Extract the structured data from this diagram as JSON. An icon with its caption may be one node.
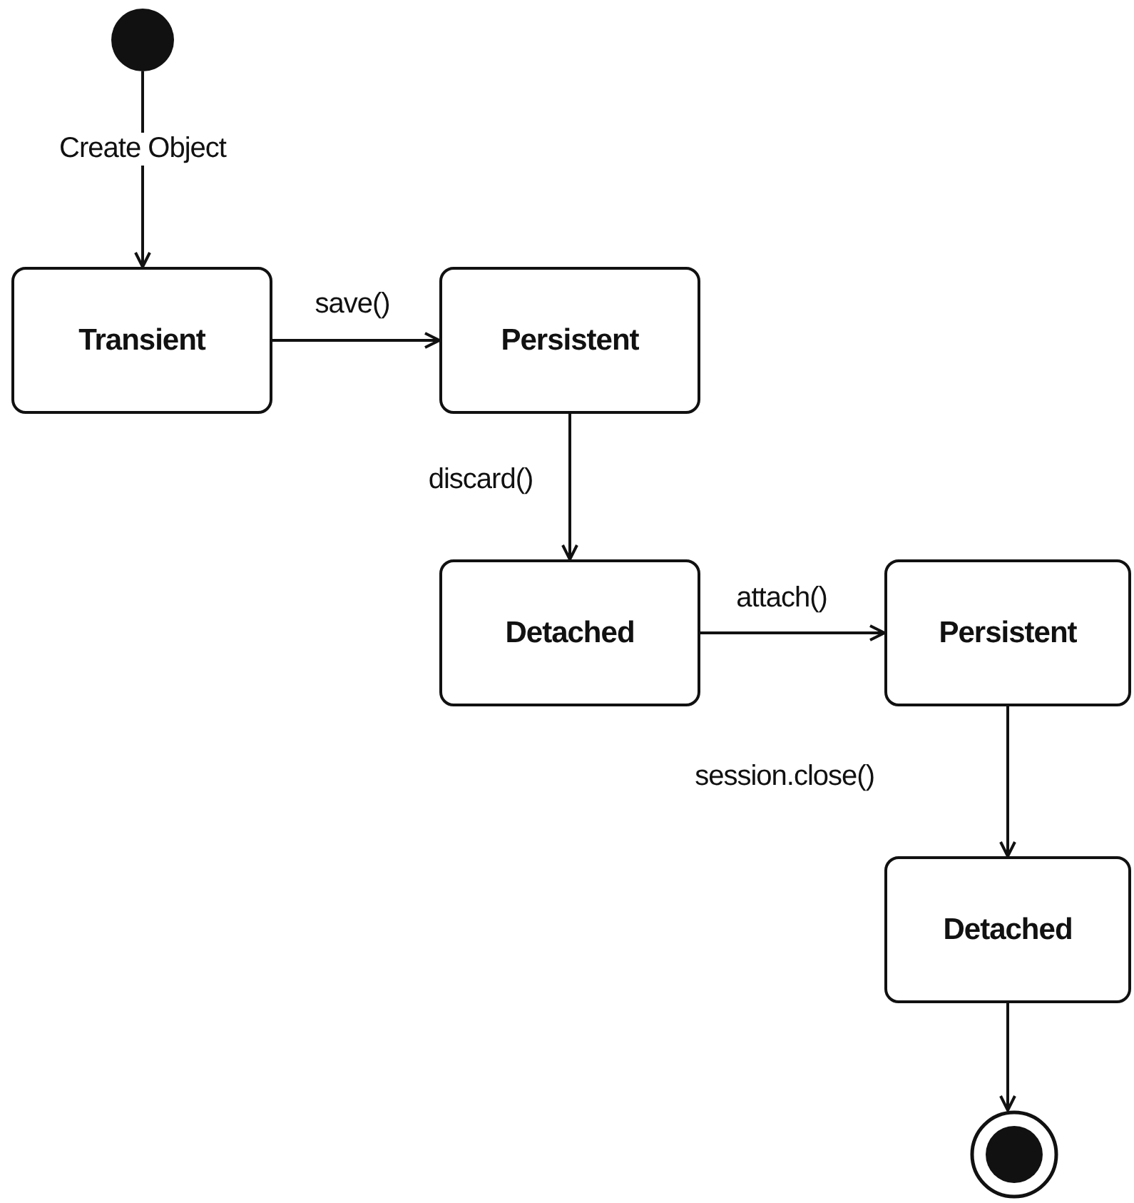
{
  "diagram": {
    "nodes": [
      {
        "text": [],
        "shape": "circle"
      },
      {
        "text": [
          "Transient"
        ]
      },
      {
        "text": [
          "Persistent"
        ]
      },
      {
        "text": [
          "Detached"
        ]
      },
      {
        "text": [
          "Persistent"
        ]
      },
      {
        "text": [
          "Detached"
        ]
      },
      {
        "text": [],
        "shape": "circle"
      }
    ],
    "edges": [
      {
        "from": 0,
        "to": 1,
        "arrow": "to",
        "label": "Create Object"
      },
      {
        "from": 1,
        "to": 2,
        "arrow": "to",
        "label": "save()"
      },
      {
        "from": 2,
        "to": 3,
        "arrow": "to",
        "label": "discard()"
      },
      {
        "from": 3,
        "to": 4,
        "arrow": "to",
        "label": "attach()"
      },
      {
        "from": 4,
        "to": 5,
        "arrow": "to",
        "label": "session.close()"
      },
      {
        "from": 5,
        "to": 6,
        "arrow": "to"
      }
    ]
  }
}
